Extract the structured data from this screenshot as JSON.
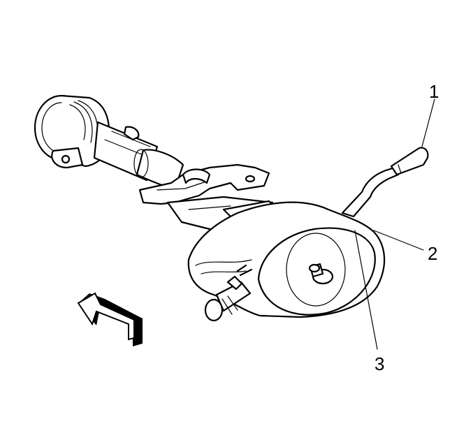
{
  "callouts": [
    {
      "id": "1",
      "label": "1"
    },
    {
      "id": "2",
      "label": "2"
    },
    {
      "id": "3",
      "label": "3"
    }
  ],
  "colors": {
    "line": "#000000",
    "background": "#ffffff"
  },
  "icons": {
    "direction_arrow": "arrow-left-icon"
  }
}
